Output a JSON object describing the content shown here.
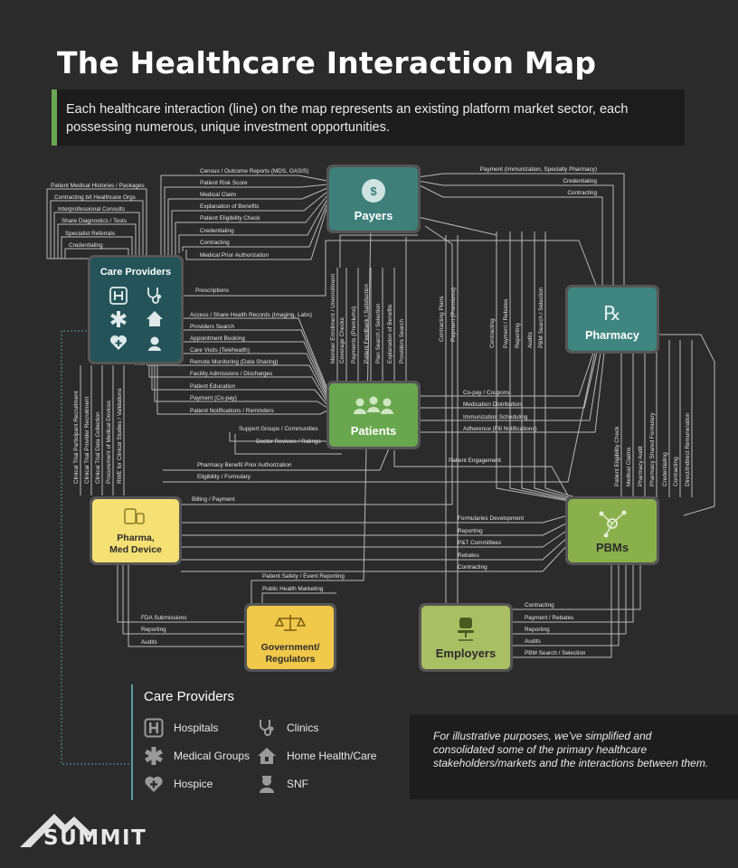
{
  "title": "The Healthcare Interaction Map",
  "subtitle": "Each healthcare interaction (line) on the map represents an existing platform market sector, each possessing numerous, unique investment opportunities.",
  "nodes": {
    "payers": "Payers",
    "care_providers": "Care Providers",
    "pharmacy": "Pharmacy",
    "patients": "Patients",
    "pharma": "Pharma,",
    "pharma_2": "Med Device",
    "pbms": "PBMs",
    "government": "Government/",
    "government_2": "Regulators",
    "employers": "Employers"
  },
  "labels": {
    "cp_payers": [
      "Census / Outcome Reports (MDS, OASIS)",
      "Patient Risk Score",
      "Medical Claim",
      "Explanation of Benefits",
      "Patient Eligibility Check",
      "Credentialing",
      "Contracting",
      "Medical Prior Authorization"
    ],
    "cp_loops": [
      "Patient Medical Histories / Packages",
      "Contracting b/t Healthcare Orgs",
      "Interprofessional Consults",
      "Share Diagnostics / Tests",
      "Specialist Referrals",
      "Credentialing"
    ],
    "cp_pharmacy": "Prescriptions",
    "cp_patients": [
      "Access / Share Health Records (Imaging, Labs)",
      "Providers Search",
      "Appointment Booking",
      "Care Visits (Telehealth)",
      "Remote Monitoring (Data Sharing)",
      "Facility Admissions / Discharges",
      "Patient Education",
      "Payment (Co-pay)",
      "Patient Notifications / Reminders"
    ],
    "patient_loops": [
      "Support Groups / Communities",
      "Doctor Reviews / Ratings"
    ],
    "cp_pharma_mid": [
      "Pharmacy Benefit Prior Authorization",
      "Eligibility / Formulary"
    ],
    "pharma_billing": "Billing / Payment",
    "payers_pharmacy": [
      "Payment (Immunization, Specialty Pharmacy)",
      "Credentialing",
      "Contracting"
    ],
    "payers_patients_v": [
      "Member Enrollment / Unenrollment",
      "Coverage Checks",
      "Payments (Premiums)",
      "Patient Feedback / Satisfaction",
      "Plan Search / Selection",
      "Explanation of Benefits",
      "Providers Search"
    ],
    "payers_employers_v": [
      "Contracting Plans",
      "Payment (Premiums)"
    ],
    "payers_pbms_v": [
      "Contracting",
      "Payment / Rebates",
      "Reporting",
      "Audits",
      "PBM Search / Selection"
    ],
    "patients_pharmacy": [
      "Co-pay / Coupons",
      "Medication Distribution",
      "Immunization Scheduling",
      "Adherence (Fill Notifications)"
    ],
    "patients_pbms": "Patient Engagement",
    "pharmacy_pbms_v": [
      "Patient Eligibility Check",
      "Medical Claims",
      "Pharmacy Audit",
      "Pharmacy Shared Formulary",
      "Credentialing",
      "Contracting",
      "Direct/Indirect Remuneration"
    ],
    "cp_pharma_v": [
      "Clinical Trial Participant Recruitment",
      "Clinical Trial Provider Recruitment",
      "Clinical Trial Data Collection",
      "Procurement of Medical Devices",
      "RWE for Clinical Studies / Validations"
    ],
    "pharma_pbms": [
      "Formularies Development",
      "Reporting",
      "P&T Committees",
      "Rebates",
      "Contracting"
    ],
    "gov_top": [
      "Patient Safety / Event Reporting",
      "Public Health Marketing"
    ],
    "gov_pharma": [
      "FDA Submissions",
      "Reporting",
      "Audits"
    ],
    "employers_pbms": [
      "Contracting",
      "Payment / Rebates",
      "Reporting",
      "Audits",
      "PBM Search / Selection"
    ]
  },
  "legend": {
    "title": "Care Providers",
    "items": [
      {
        "label": "Hospitals",
        "icon": "hospital-icon"
      },
      {
        "label": "Clinics",
        "icon": "stethoscope-icon"
      },
      {
        "label": "Medical Groups",
        "icon": "medical-star-icon"
      },
      {
        "label": "Home Health/Care",
        "icon": "house-icon"
      },
      {
        "label": "Hospice",
        "icon": "heart-plus-icon"
      },
      {
        "label": "SNF",
        "icon": "nurse-icon"
      }
    ]
  },
  "note": "For illustrative purposes, we’ve simplified and consolidated some of the primary healthcare stakeholders/markets and the interactions between them.",
  "brand": "SUMMIT",
  "colors": {
    "background": "#2b2b2b",
    "payers": "#3e7f7a",
    "care_providers": "#24545a",
    "pharmacy": "#3f8580",
    "patients": "#69a74f",
    "pharma": "#f5e074",
    "pbms": "#8ab04c",
    "government": "#f0c84a",
    "employers": "#a9bf64",
    "line": "#bdbdbd",
    "accent": "#6aa553"
  }
}
